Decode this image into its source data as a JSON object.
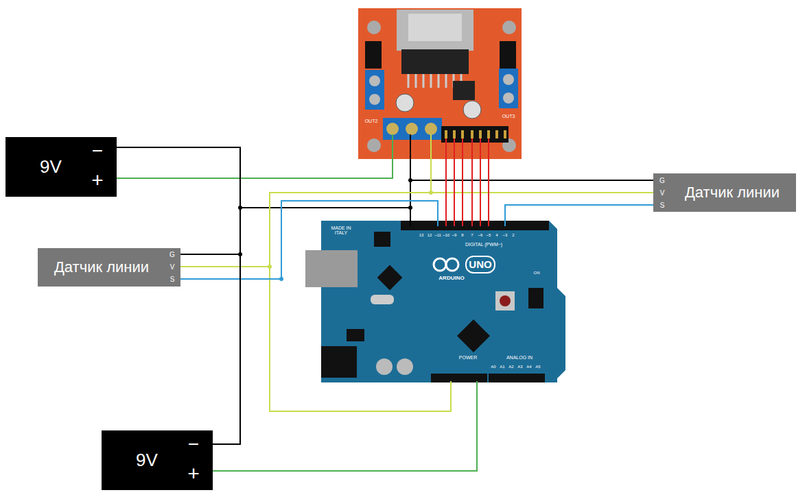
{
  "diagram": {
    "nodes": [
      {
        "text": [
          "9V",
          "−",
          "+"
        ]
      },
      {
        "text": [
          "G",
          "V",
          "S",
          "Датчик линии"
        ]
      },
      {
        "text": [
          "Датчик линии",
          "G",
          "V",
          "S"
        ]
      },
      {
        "text": [
          "9V",
          "−",
          "+"
        ]
      }
    ],
    "edges": [
      {
        "from": 0,
        "to": 3,
        "arrow": "none"
      }
    ],
    "labels": [
      "MADE IN ITALY",
      "UNO",
      "ARDUINO",
      "DIGITAL (PWM~)",
      "POWER",
      "ANALOG IN",
      "A0",
      "A1",
      "A2",
      "A3",
      "A4",
      "A5",
      "ON",
      "OUT2",
      "OUT3",
      "13",
      "12",
      "~11",
      "~10",
      "~9",
      "8",
      "7",
      "~6",
      "~5",
      "4",
      "~3",
      "2"
    ]
  }
}
